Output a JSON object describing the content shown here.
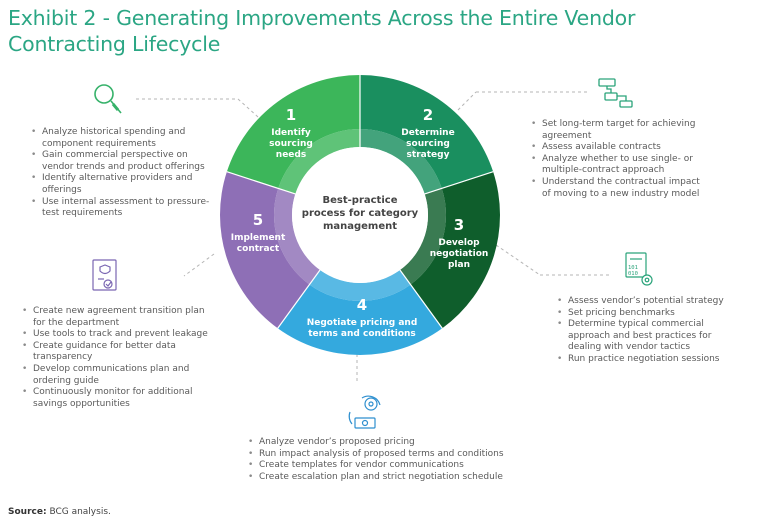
{
  "title": "Exhibit 2 - Generating Improvements Across the Entire Vendor Contracting Lifecycle",
  "center_text": [
    "Best-practice",
    "process for category",
    "management"
  ],
  "steps": [
    {
      "number": "1",
      "label": [
        "Identify",
        "sourcing",
        "needs"
      ],
      "color": "#3cb65a",
      "bullets": [
        "Analyze historical spending and component requirements",
        "Gain commercial perspective on vendor trends and product offerings",
        "Identify alternative providers and offerings",
        "Use internal assessment to pressure-test requirements"
      ]
    },
    {
      "number": "2",
      "label": [
        "Determine",
        "sourcing",
        "strategy"
      ],
      "color": "#1a8f5f",
      "bullets": [
        "Set long-term target for achieving agreement",
        "Assess available contracts",
        "Analyze whether to use single- or multiple-contract approach",
        "Understand the contractual impact of moving to a new industry model"
      ]
    },
    {
      "number": "3",
      "label": [
        "Develop",
        "negotiation",
        "plan"
      ],
      "color": "#0f5e2c",
      "bullets": [
        "Assess vendor’s potential strategy",
        "Set pricing benchmarks",
        "Determine typical commercial approach and best practices for dealing with vendor tactics",
        "Run practice negotiation sessions"
      ]
    },
    {
      "number": "4",
      "label": [
        "Negotiate pricing and",
        "terms and conditions"
      ],
      "color": "#34a9de",
      "bullets": [
        "Analyze vendor’s proposed pricing",
        "Run impact analysis of proposed terms and conditions",
        "Create templates for vendor communications",
        "Create escalation plan and strict negotiation schedule"
      ]
    },
    {
      "number": "5",
      "label": [
        "Implement",
        "contract"
      ],
      "color": "#8e6fb6",
      "bullets": [
        "Create new agreement transition plan for the department",
        "Use tools to track and prevent leakage",
        "Create guidance for better data transparency",
        "Develop communications plan and ordering guide",
        "Continuously monitor for additional savings opportunities"
      ]
    }
  ],
  "source": {
    "label": "Source:",
    "text": "BCG analysis."
  }
}
